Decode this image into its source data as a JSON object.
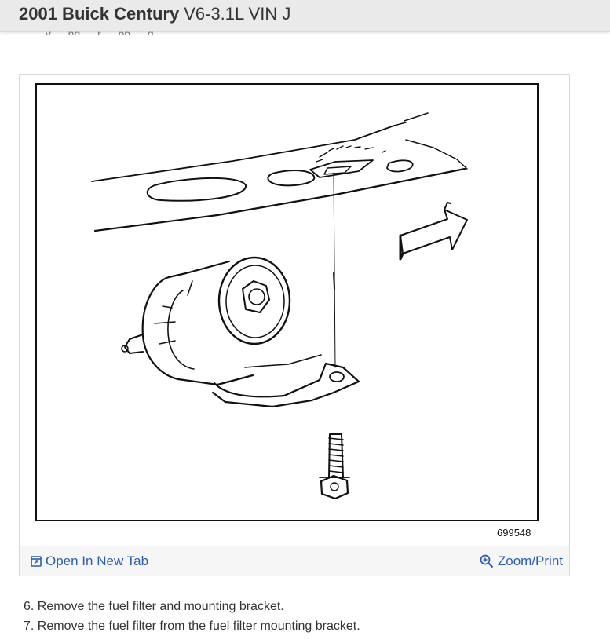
{
  "header": {
    "make_model": "2001 Buick Century",
    "engine": "V6-3.1L VIN J"
  },
  "cut_off_text": "… y … ng … r … pp … g …",
  "figure": {
    "number": "699548"
  },
  "footer": {
    "open_tab_label": "Open In New Tab",
    "zoom_label": "Zoom/Print"
  },
  "steps": [
    "6. Remove the fuel filter and mounting bracket.",
    "7. Remove the fuel filter from the fuel filter mounting bracket."
  ],
  "colors": {
    "link": "#2a5db0",
    "header_bg": "#eaeaea"
  },
  "icons": {
    "open_tab": "open-in-new-tab-icon",
    "zoom": "magnifier-plus-icon"
  }
}
